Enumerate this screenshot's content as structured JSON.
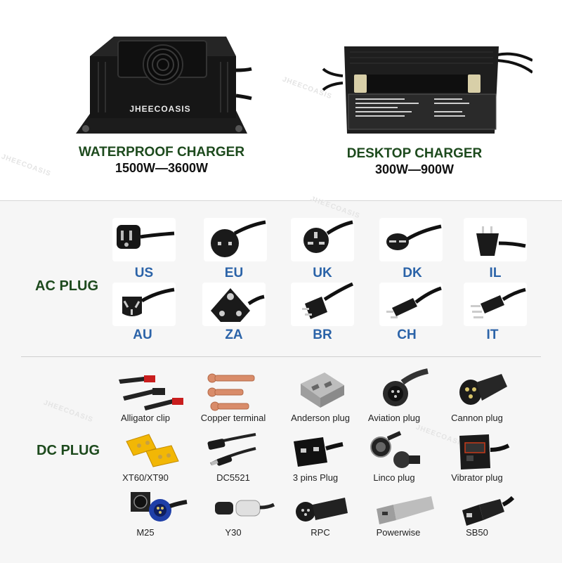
{
  "products": [
    {
      "title": "WATERPROOF CHARGER",
      "power": "1500W—3600W",
      "brand": "JHEECOASIS"
    },
    {
      "title": "DESKTOP CHARGER",
      "power": "300W—900W"
    }
  ],
  "ac_plug": {
    "label": "AC PLUG",
    "items": [
      "US",
      "EU",
      "UK",
      "DK",
      "IL",
      "AU",
      "ZA",
      "BR",
      "CH",
      "IT"
    ]
  },
  "dc_plug": {
    "label": "DC PLUG",
    "items": [
      "Alligator clip",
      "Copper terminal",
      "Anderson plug",
      "Aviation plug",
      "Cannon plug",
      "XT60/XT90",
      "DC5521",
      "3 pins Plug",
      "Linco plug",
      "Vibrator plug",
      "M25",
      "Y30",
      "RPC",
      "Powerwise",
      "SB50"
    ]
  },
  "colors": {
    "heading_green": "#1d4a1d",
    "ac_blue": "#2b63a8"
  }
}
